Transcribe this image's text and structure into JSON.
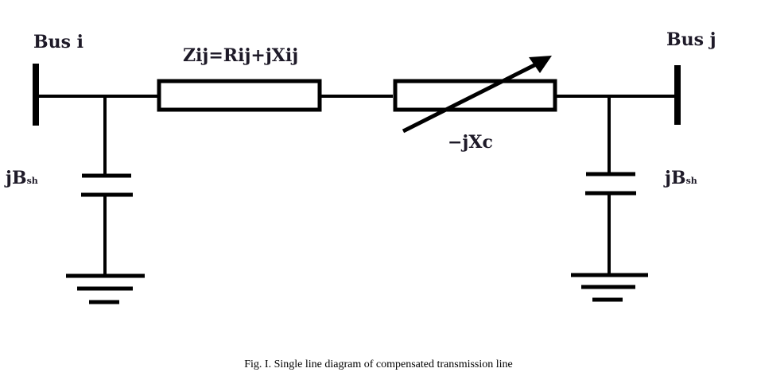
{
  "labels": {
    "bus_i": "Bus i",
    "bus_j": "Bus j",
    "line_impedance": "Zij=Rij+jXij",
    "series_compensation": "−jXc",
    "shunt_left": {
      "main": "jB",
      "sub": "sh"
    },
    "shunt_right": {
      "main": "jB",
      "sub": "sh"
    }
  },
  "caption": "Fig. I.  Single line diagram of compensated transmission line",
  "colors": {
    "line": "#000000",
    "text": "#1e1a28"
  }
}
